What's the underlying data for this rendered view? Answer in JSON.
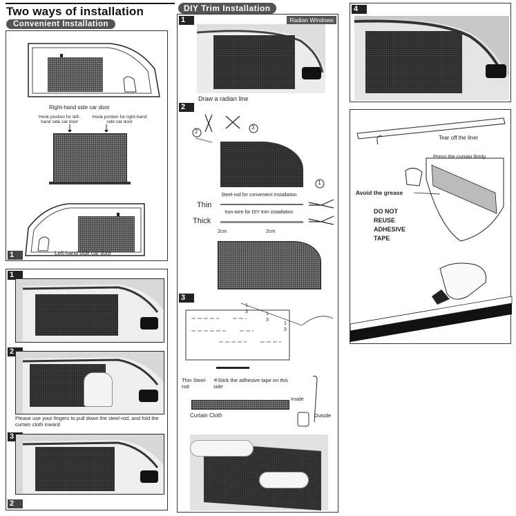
{
  "left_column": {
    "title": "Two ways of installation",
    "convenient_pill": "Convenient Installation",
    "right_door_caption": "Right-hand side car door",
    "hook_left": "Hook postion for left-hand side car door",
    "hook_right": "Hook postion for right-hand side car door",
    "left_door_caption": "Left-hand side car door",
    "panel1_step": "1",
    "panel2_step": "2",
    "steps": [
      "1",
      "2",
      "3"
    ],
    "step2_note": "Please use your fingers to pull down the steel-rod, and fold the curtain cloth inward."
  },
  "middle_column": {
    "pill": "DIY Trim Installation",
    "step1": "1",
    "radian_label": "Radian Windows",
    "draw_caption": "Draw a radian line",
    "step2": "2",
    "circle_2": "2",
    "circle_3": "3",
    "circle_1": "1",
    "thin_label": "Thin",
    "thick_label": "Thick",
    "steel_rod_note": "Steel-rod for convenient installation",
    "iron_wire_note": "Iron-wire for DIY trim installation",
    "dim_2cm_a": "2cm",
    "dim_2cm_b": "2cm",
    "step3": "3",
    "fraction_num": "1",
    "fraction_den": "3",
    "thin_steel_rod": "Thin Steel-rod",
    "adhesive_note": "※Stick the adhesive tape on this side",
    "curtain_cloth": "Curtain Cloth",
    "inside_label": "Inside",
    "outside_label": "Outside"
  },
  "right_column": {
    "step4": "4",
    "tear_liner": "Tear off the liner",
    "press_curtain": "Press the curtain firmly",
    "avoid_grease": "Avoid the grease",
    "do_not_reuse": [
      "DO NOT",
      "REUSE",
      "ADHESIVE",
      "TAPE"
    ]
  }
}
